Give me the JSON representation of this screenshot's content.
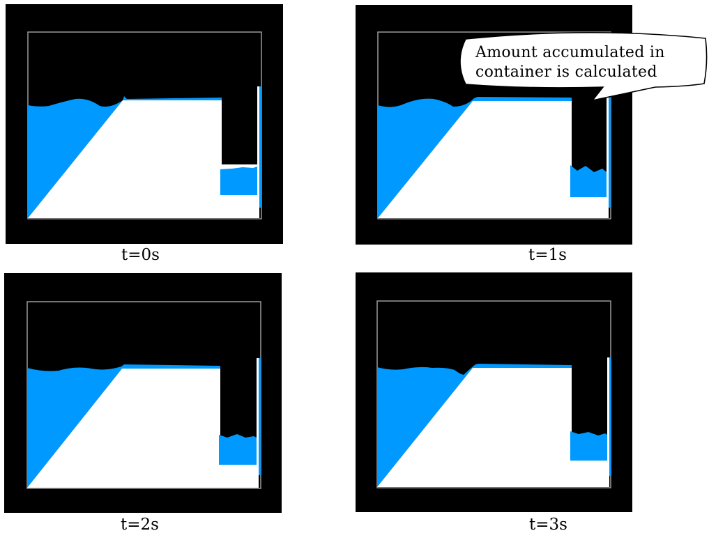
{
  "panels": [
    {
      "caption": "t=0s"
    },
    {
      "caption": "t=1s"
    },
    {
      "caption": "t=2s"
    },
    {
      "caption": "t=3s"
    }
  ],
  "callout": {
    "line1": "Amount accumulated in",
    "line2": "container is calculated"
  },
  "colors": {
    "water": "#0099ff",
    "structure": "#ffffff",
    "background": "#000000",
    "frame": "#9a9a9a"
  }
}
